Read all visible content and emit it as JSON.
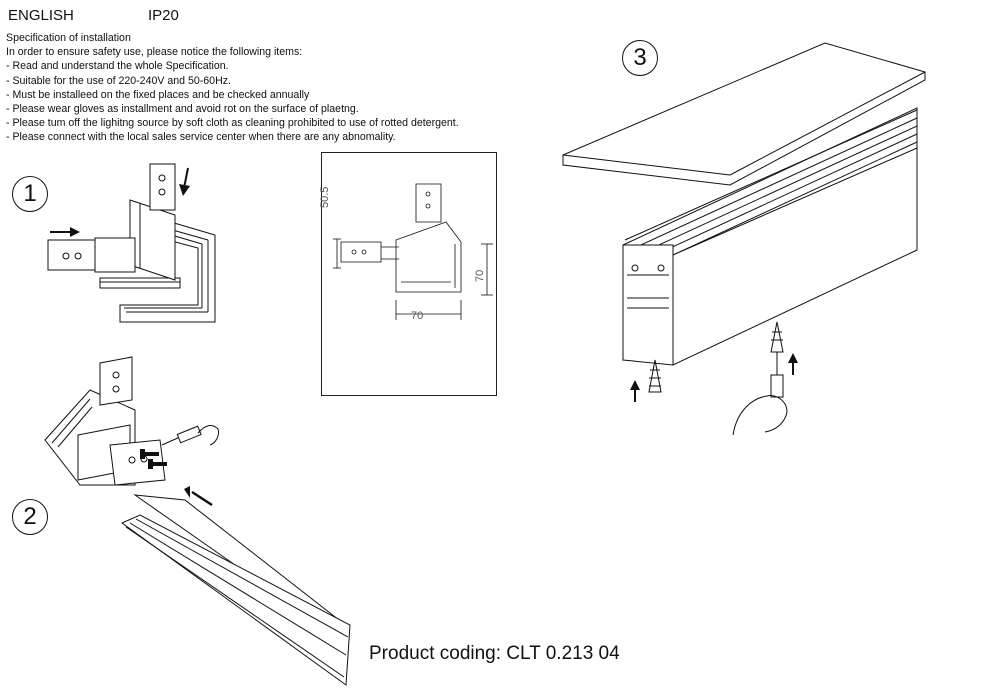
{
  "header": {
    "language": "ENGLISH",
    "rating": "IP20"
  },
  "spec": {
    "title": "Specification of installation",
    "intro": "In order to ensure safety use, please notice the following items:",
    "items": [
      "- Read and understand the whole Specification.",
      "- Suitable for the use of 220-240V and 50-60Hz.",
      "- Must be installeed on the fixed places and be checked annually",
      "- Please wear gloves as installment and avoid rot on the surface of plaetng.",
      "- Please tum off the lighitng source by soft cloth as cleaning prohibited to use of rotted detergent.",
      "- Please connect with the local sales service center when there are any abnomality."
    ]
  },
  "steps": {
    "one": "1",
    "two": "2",
    "three": "3"
  },
  "dimensions": {
    "height_offset": "50.5",
    "height": "70",
    "width": "70"
  },
  "footer": {
    "product_coding": "Product coding: CLT 0.213 04"
  },
  "icons": [
    "arrow-icon",
    "screw-icon",
    "screwdriver-icon",
    "hand-icon"
  ]
}
